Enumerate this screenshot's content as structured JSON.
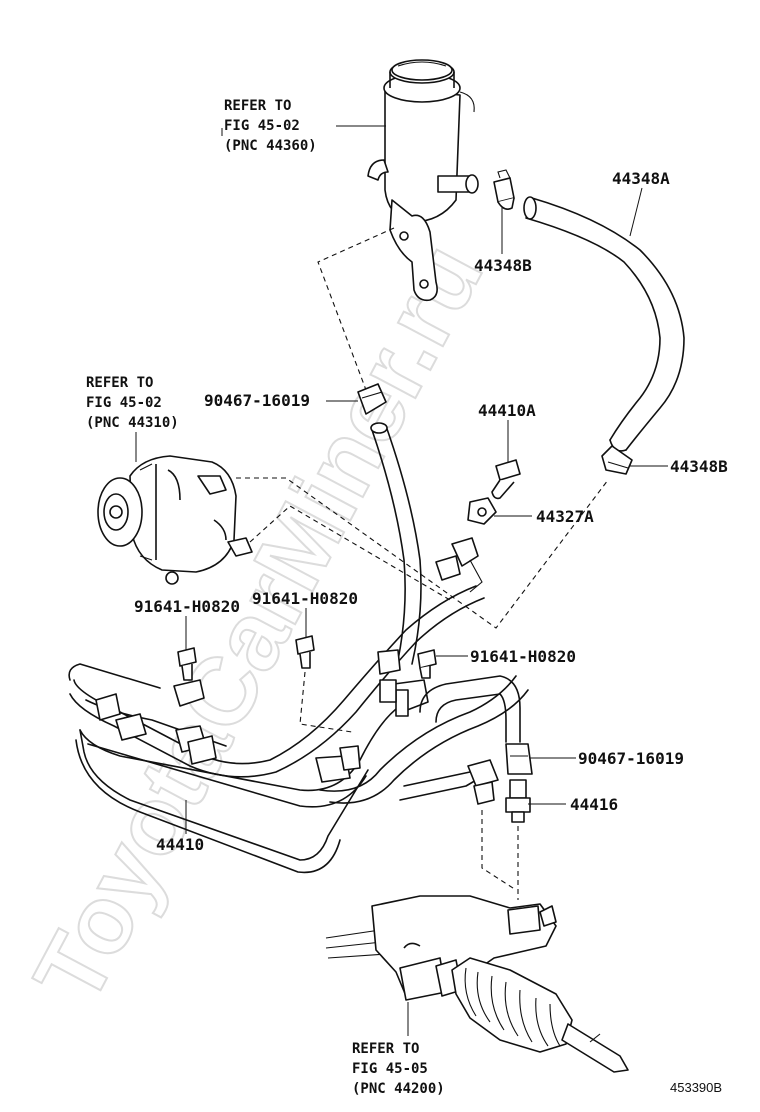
{
  "watermark": "ToyotaCarMiner.ru",
  "diagram_code": "453390B",
  "references": {
    "reservoir": {
      "line1": "REFER TO",
      "line2": "FIG 45-02",
      "line3": "(PNC 44360)"
    },
    "pump": {
      "line1": "REFER TO",
      "line2": "FIG 45-02",
      "line3": "(PNC 44310)"
    },
    "gear": {
      "line1": "REFER TO",
      "line2": "FIG 45-05",
      "line3": "(PNC 44200)"
    }
  },
  "part_labels": {
    "hose_44348a": "44348A",
    "clamp_44348b_top": "44348B",
    "clamp_44348b_right": "44348B",
    "clamp_90467_top": "90467-16019",
    "bolt_44410a": "44410A",
    "gasket_44327a": "44327A",
    "bolt_91641_left": "91641-H0820",
    "bolt_91641_mid": "91641-H0820",
    "bolt_91641_right": "91641-H0820",
    "clamp_90467_right": "90467-16019",
    "union_44416": "44416",
    "tube_44410": "44410"
  }
}
